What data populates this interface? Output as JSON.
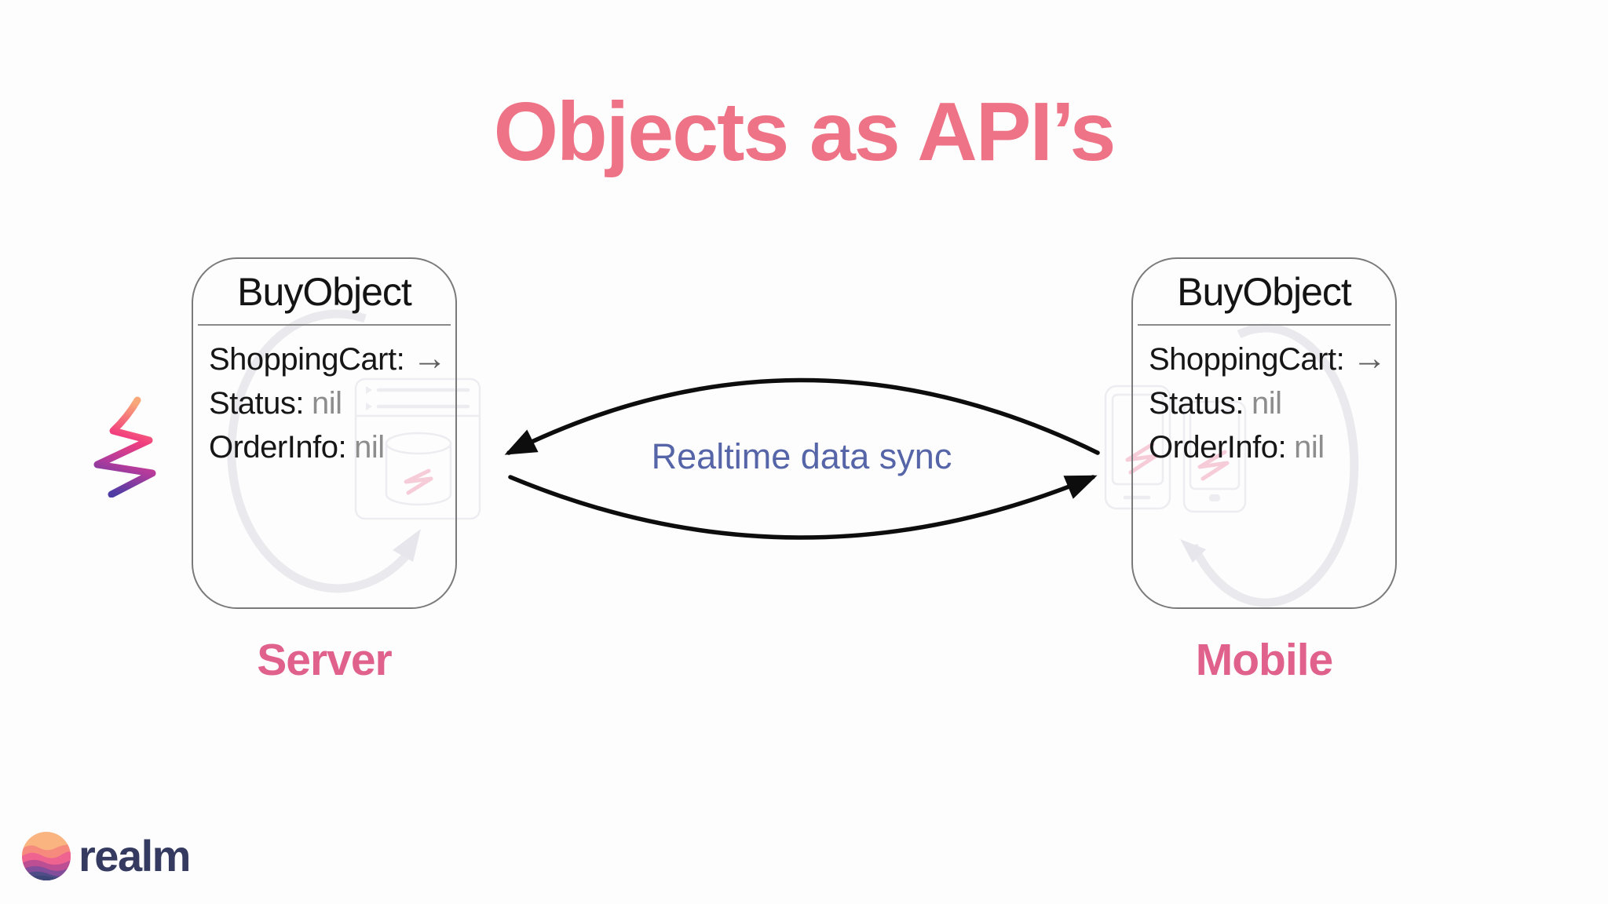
{
  "title": "Objects as API’s",
  "sync_label": "Realtime data sync",
  "cards": {
    "server": {
      "title": "BuyObject",
      "caption": "Server",
      "fields": [
        {
          "label": "ShoppingCart:",
          "value": "→"
        },
        {
          "label": "Status:",
          "value": "nil"
        },
        {
          "label": "OrderInfo:",
          "value": "nil"
        }
      ]
    },
    "mobile": {
      "title": "BuyObject",
      "caption": "Mobile",
      "fields": [
        {
          "label": "ShoppingCart:",
          "value": "→"
        },
        {
          "label": "Status:",
          "value": "nil"
        },
        {
          "label": "OrderInfo:",
          "value": "nil"
        }
      ]
    }
  },
  "logo": {
    "wordmark": "realm"
  },
  "icons": {
    "relation_arrow": "→",
    "sync_scribble": "gradient-zigzag",
    "server_watermark": "browser-window-with-database-and-loop-arrow",
    "mobile_watermark": "two-phones-with-loop-arrow",
    "realm_logo": "layered-sunset-circle"
  },
  "colors": {
    "background": "#fdfdfd",
    "title_pink": "#ee7386",
    "caption_pink": "#e0618c",
    "sync_text_blue": "#5565a8",
    "card_border_gray": "#7a7a7a",
    "value_gray": "#8d8d8d",
    "arrow_black": "#0d0d0d",
    "wordmark_navy": "#353b60",
    "watermark_gray": "#eaeaee",
    "watermark_pink": "#f7ccd9"
  }
}
